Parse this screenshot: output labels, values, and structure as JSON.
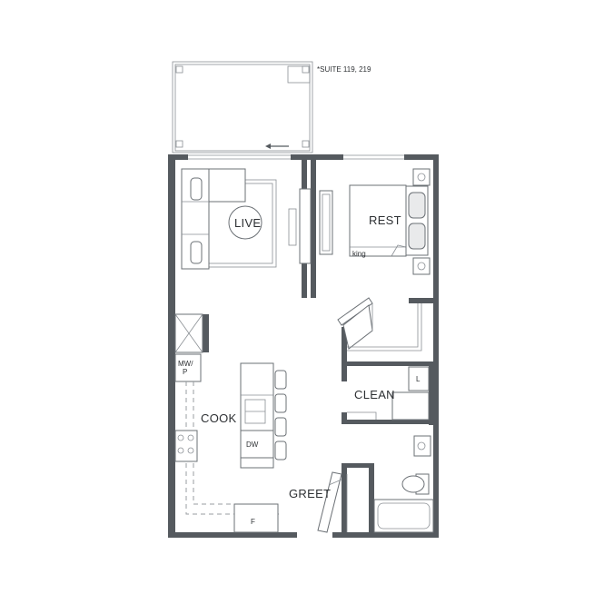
{
  "plan": {
    "suite_note": "*SUITE 119, 219",
    "rooms": {
      "live": "LIVE",
      "rest": "REST",
      "cook": "COOK",
      "clean": "CLEAN",
      "greet": "GREET"
    },
    "fixtures": {
      "bed": "king",
      "microwave_line1": "MW/",
      "microwave_line2": "P",
      "dishwasher": "DW",
      "fridge": "F",
      "laundry": "L"
    }
  }
}
